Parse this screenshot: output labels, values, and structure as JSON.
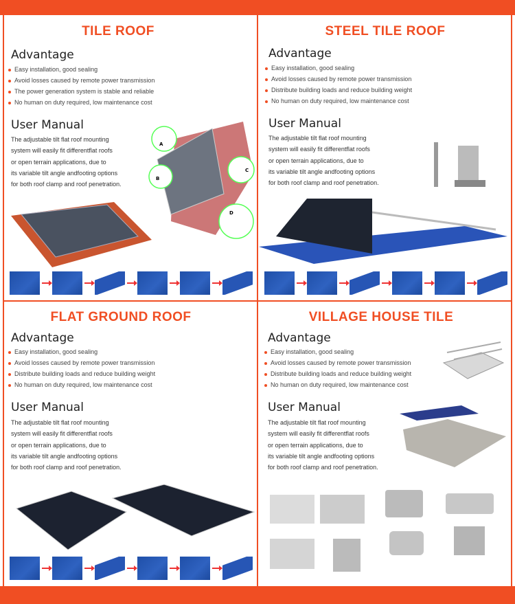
{
  "sections": [
    {
      "title": "TILE ROOF",
      "advantage_heading": "Advantage",
      "advantages": [
        "Easy installation, good sealing",
        "Avoid losses caused by remote power transmission",
        "The power generation system is stable and reliable",
        "No human on duty required, low maintenance cost"
      ],
      "manual_heading": "User Manual",
      "manual_lines": [
        "The adjustable tilt flat roof mounting",
        " system will easily fit differentflat roofs",
        "or open terrain applications, due to",
        " its variable tilt angle andfooting options",
        "for both roof clamp and roof penetration."
      ],
      "callouts": [
        "A",
        "B",
        "C",
        "D"
      ]
    },
    {
      "title": "STEEL TILE ROOF",
      "advantage_heading": "Advantage",
      "advantages": [
        "Easy installation, good sealing",
        "Avoid losses caused by remote power transmission",
        "Distribute building loads and reduce building weight",
        "No human on duty required, low maintenance cost"
      ],
      "manual_heading": "User Manual",
      "manual_lines": [
        "The adjustable tilt flat roof mounting",
        " system will easily fit differentflat roofs",
        "or open terrain applications, due to",
        " its variable tilt angle andfooting options",
        "for both roof clamp and roof penetration."
      ]
    },
    {
      "title": "FLAT GROUND ROOF",
      "advantage_heading": "Advantage",
      "advantages": [
        "Easy installation, good sealing",
        "Avoid losses caused by remote power transmission",
        "Distribute building loads and reduce building weight",
        "No human on duty required, low maintenance cost"
      ],
      "manual_heading": "User Manual",
      "manual_lines": [
        "The adjustable tilt flat roof mounting",
        " system will easily fit differentflat roofs",
        "or open terrain applications, due to",
        " its variable tilt angle andfooting options",
        "for both roof clamp and roof penetration."
      ]
    },
    {
      "title": "VILLAGE HOUSE TILE",
      "advantage_heading": "Advantage",
      "advantages": [
        "Easy installation, good sealing",
        "Avoid losses caused by remote power transmission",
        "Distribute building loads and reduce building weight",
        "No human on duty required, low maintenance cost"
      ],
      "manual_heading": "User Manual",
      "manual_lines": [
        "The adjustable tilt flat roof mounting",
        " system will easily fit differentflat roofs",
        "or open terrain applications, due to",
        " its variable tilt angle andfooting options",
        "for both roof clamp and roof penetration."
      ]
    }
  ],
  "colors": {
    "accent": "#f04e23",
    "panel": "#2756b5"
  }
}
